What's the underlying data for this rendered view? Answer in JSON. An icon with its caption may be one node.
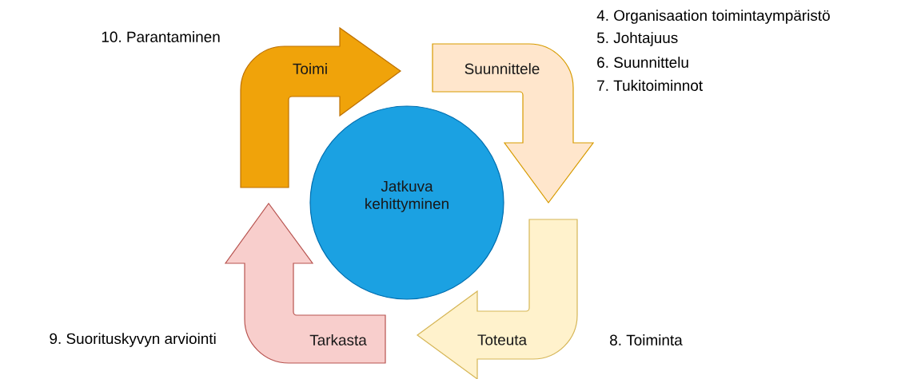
{
  "diagram": {
    "nodes": [
      {
        "text": [
          "Toimi"
        ],
        "beside": [
          "10. Parantaminen"
        ]
      },
      {
        "text": [
          "Suunnittele"
        ],
        "beside": [
          "4. Organisaation toimintaympäristö",
          "5. Johtajuus",
          "6. Suunnittelu",
          "7. Tukitoiminnot"
        ]
      },
      {
        "text": [
          "Jatkuva kehittyminen"
        ]
      },
      {
        "text": [
          "Tarkasta"
        ],
        "beside": [
          "9. Suorituskyvyn arviointi"
        ]
      },
      {
        "text": [
          "Toteuta"
        ],
        "beside": [
          "8. Toiminta"
        ]
      }
    ]
  }
}
